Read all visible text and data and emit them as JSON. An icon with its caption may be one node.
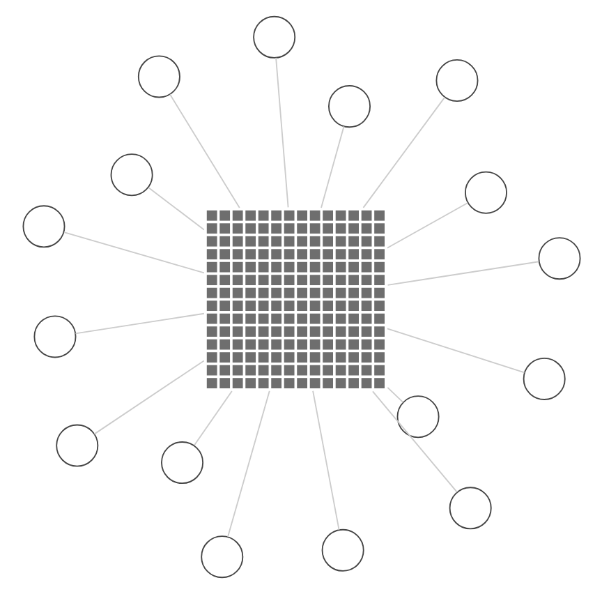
{
  "diagram": {
    "nodes": [
      {
        "text": [],
        "shape": "circle"
      },
      {
        "text": [],
        "shape": "circle"
      },
      {
        "text": [],
        "shape": "circle"
      },
      {
        "text": [],
        "shape": "circle"
      },
      {
        "text": [],
        "shape": "circle"
      },
      {
        "text": [],
        "shape": "circle"
      },
      {
        "text": [],
        "shape": "circle"
      },
      {
        "text": [],
        "shape": "circle"
      },
      {
        "text": [],
        "shape": "box"
      },
      {
        "text": [],
        "shape": "circle"
      },
      {
        "text": [],
        "shape": "circle"
      },
      {
        "text": [],
        "shape": "circle"
      },
      {
        "text": [],
        "shape": "circle"
      },
      {
        "text": [],
        "shape": "circle"
      },
      {
        "text": [],
        "shape": "circle"
      },
      {
        "text": [],
        "shape": "circle"
      },
      {
        "text": [],
        "shape": "circle"
      }
    ],
    "edges": [
      {
        "from": 0,
        "to": 8,
        "arrow": "none"
      },
      {
        "from": 1,
        "to": 8,
        "arrow": "none"
      },
      {
        "from": 2,
        "to": 8,
        "arrow": "none"
      },
      {
        "from": 3,
        "to": 8,
        "arrow": "none"
      },
      {
        "from": 4,
        "to": 8,
        "arrow": "none"
      },
      {
        "from": 5,
        "to": 8,
        "arrow": "none"
      },
      {
        "from": 6,
        "to": 8,
        "arrow": "none"
      },
      {
        "from": 7,
        "to": 8,
        "arrow": "none"
      },
      {
        "from": 9,
        "to": 8,
        "arrow": "none"
      },
      {
        "from": 10,
        "to": 8,
        "arrow": "none"
      },
      {
        "from": 11,
        "to": 8,
        "arrow": "none"
      },
      {
        "from": 12,
        "to": 8,
        "arrow": "none"
      },
      {
        "from": 13,
        "to": 8,
        "arrow": "none"
      },
      {
        "from": 14,
        "to": 8,
        "arrow": "none"
      },
      {
        "from": 15,
        "to": 8,
        "arrow": "none"
      },
      {
        "from": 16,
        "to": 8,
        "arrow": "none"
      }
    ]
  }
}
